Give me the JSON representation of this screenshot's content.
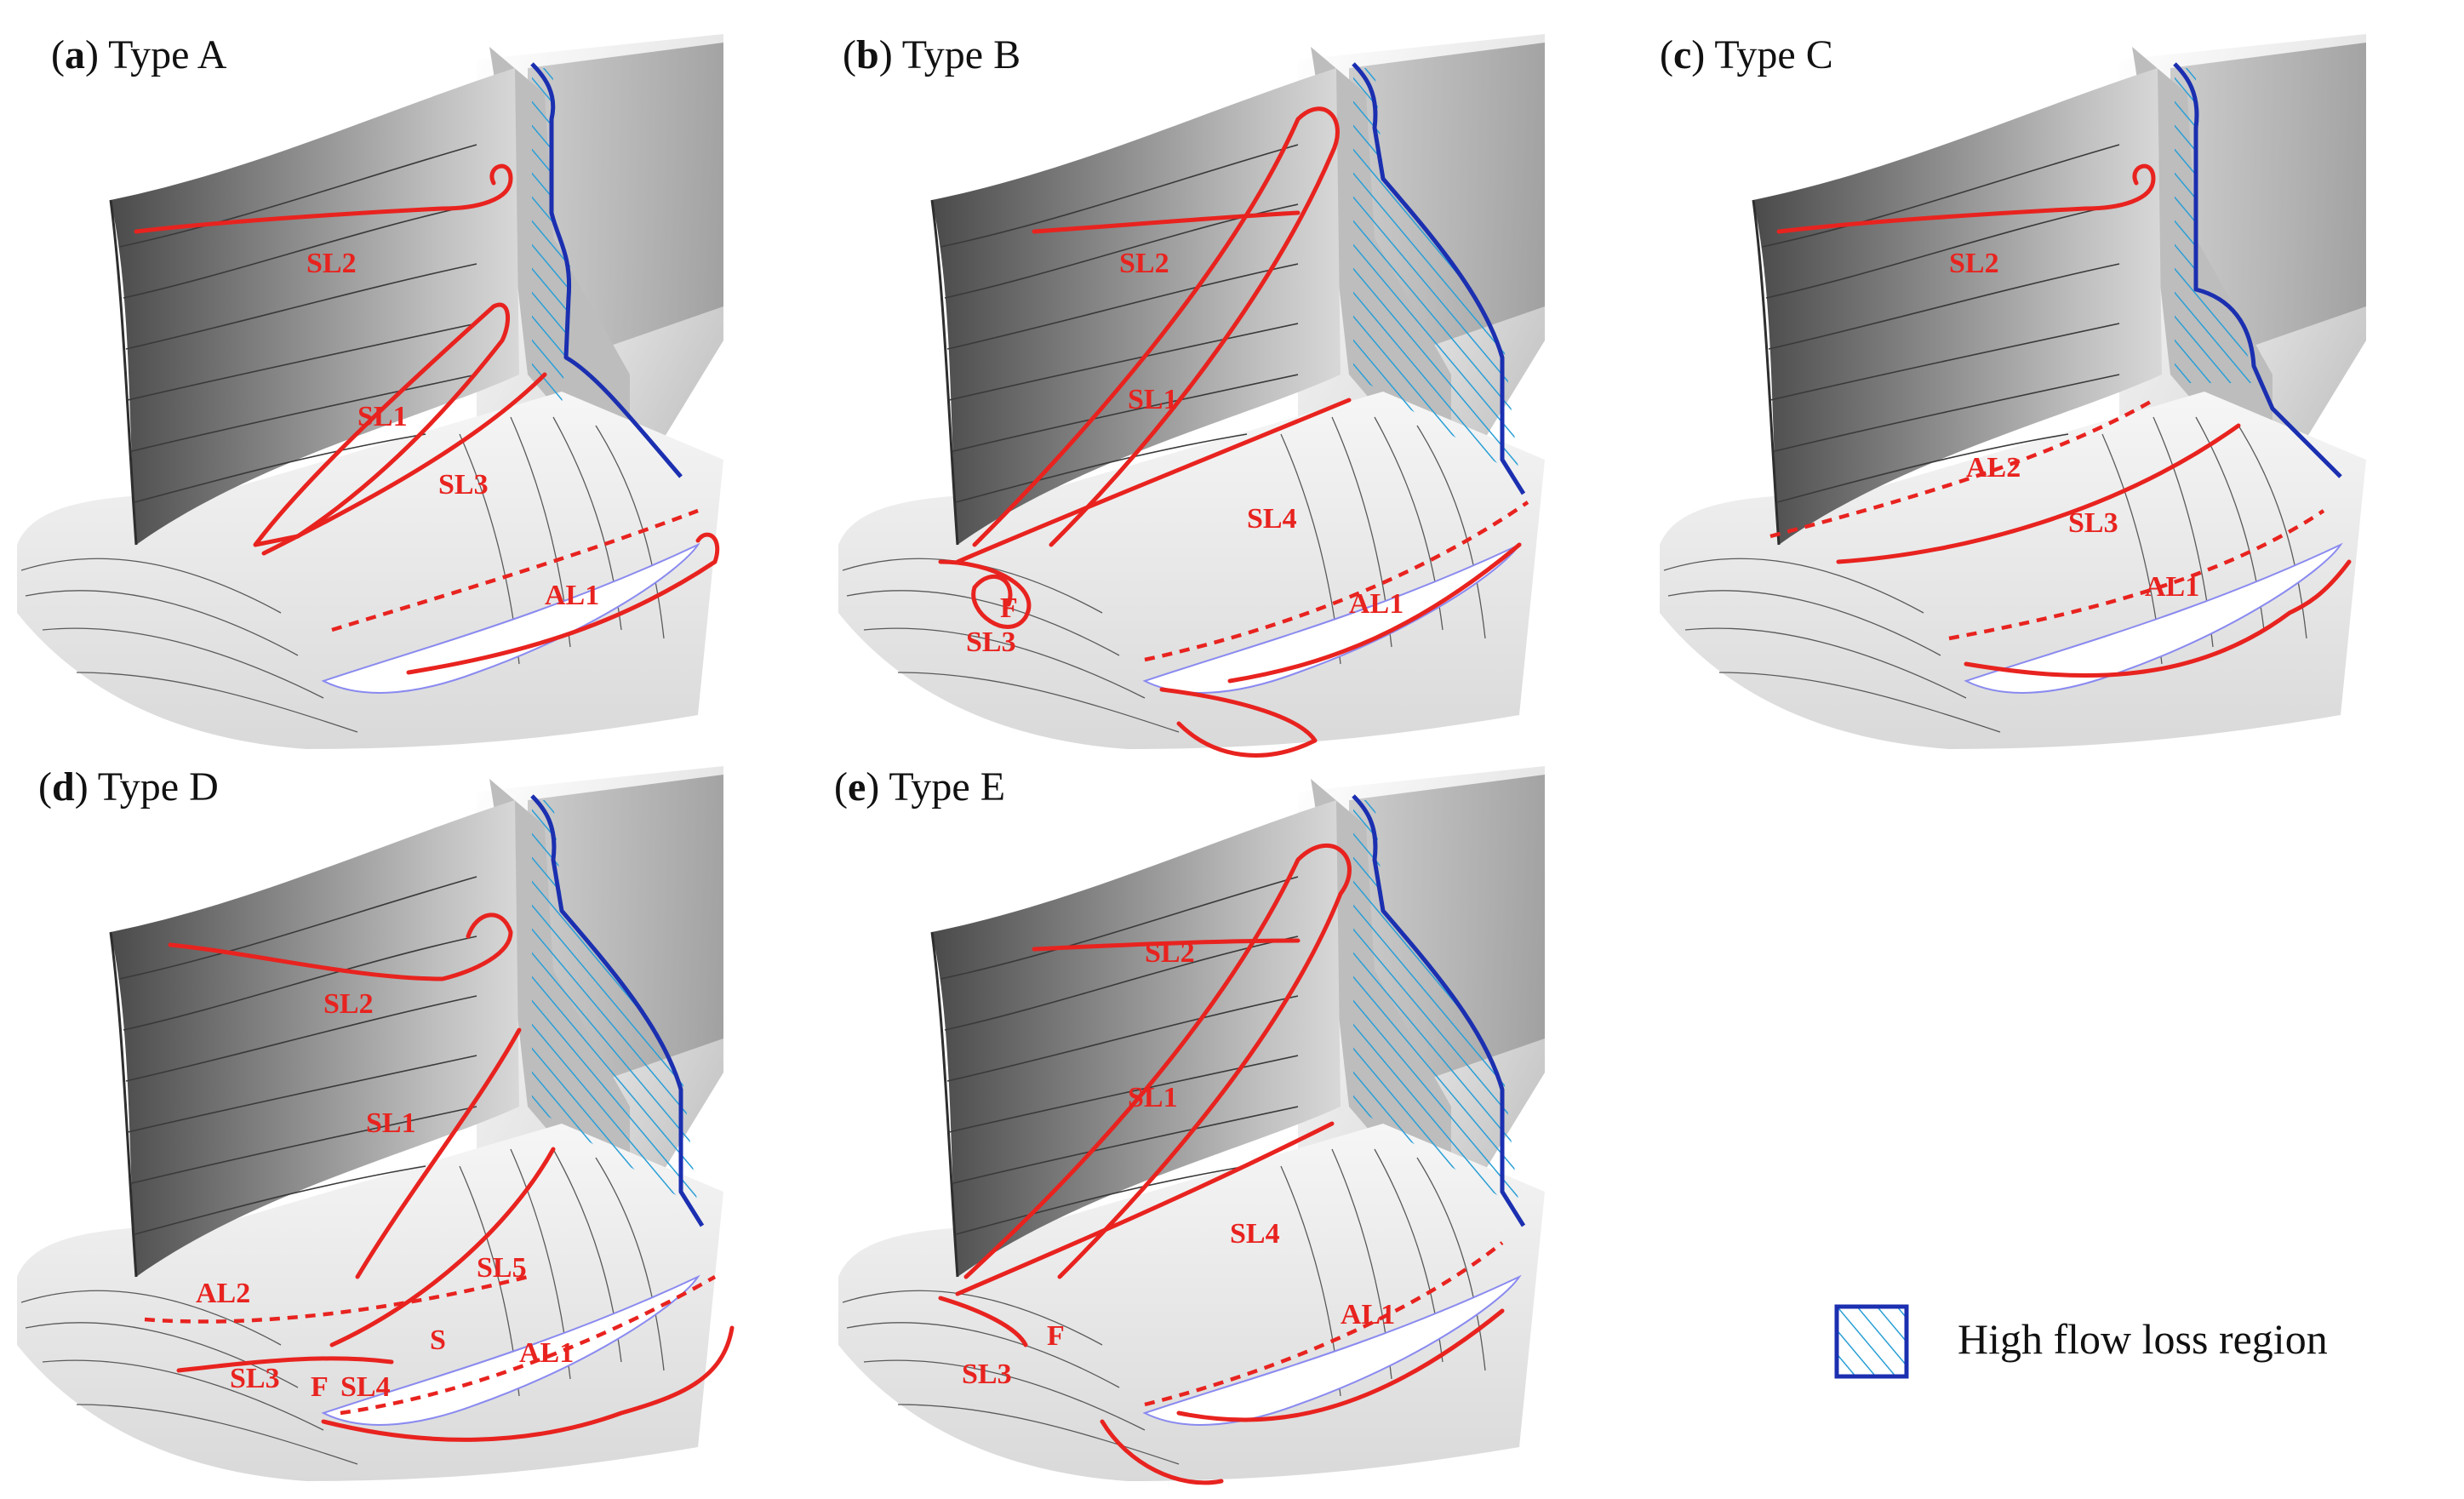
{
  "panels": [
    {
      "letter": "a",
      "label": " Type A"
    },
    {
      "letter": "b",
      "label": " Type B"
    },
    {
      "letter": "c",
      "label": " Type C"
    },
    {
      "letter": "d",
      "label": " Type D"
    },
    {
      "letter": "e",
      "label": " Type E"
    }
  ],
  "flow_labels": {
    "a": [
      "SL2",
      "SL1",
      "SL3",
      "AL1"
    ],
    "b": [
      "SL2",
      "SL1",
      "SL4",
      "AL1",
      "F",
      "SL3"
    ],
    "c": [
      "SL2",
      "AL2",
      "SL3",
      "AL1"
    ],
    "d": [
      "SL2",
      "SL1",
      "AL2",
      "SL5",
      "SL3",
      "F",
      "SL4",
      "S",
      "AL1"
    ],
    "e": [
      "SL2",
      "SL1",
      "SL4",
      "F",
      "SL3",
      "AL1"
    ]
  },
  "legend": {
    "label": "High flow loss region"
  },
  "colors": {
    "separation_lines": "#e8231f",
    "loss_outline": "#1b2fb0",
    "loss_hatch": "#2a9fd6"
  }
}
